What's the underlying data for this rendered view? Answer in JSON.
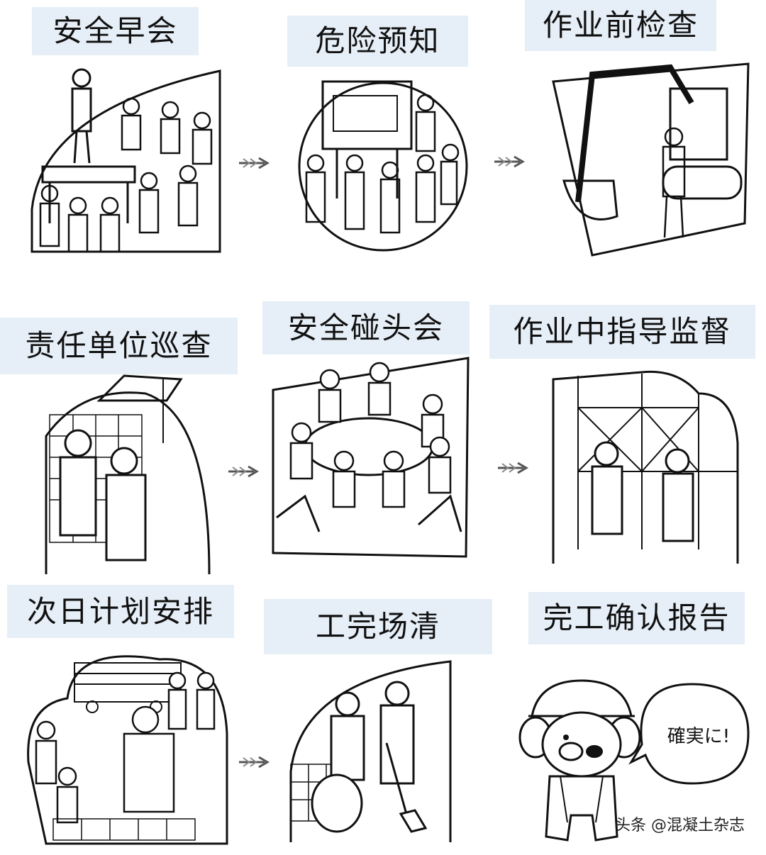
{
  "steps": [
    {
      "label": "安全早会"
    },
    {
      "label": "危险预知"
    },
    {
      "label": "作业前检查"
    },
    {
      "label": "责任单位巡查"
    },
    {
      "label": "安全碰头会"
    },
    {
      "label": "作业中指导监督"
    },
    {
      "label": "次日计划安排"
    },
    {
      "label": "工完场清"
    },
    {
      "label": "完工确认报告"
    }
  ],
  "speech_bubble": "確実に!",
  "watermark": "头条 @混凝土杂志",
  "icons": [
    "arrow-right-icon",
    "worker-helmet-icon",
    "dog-mascot-icon"
  ]
}
